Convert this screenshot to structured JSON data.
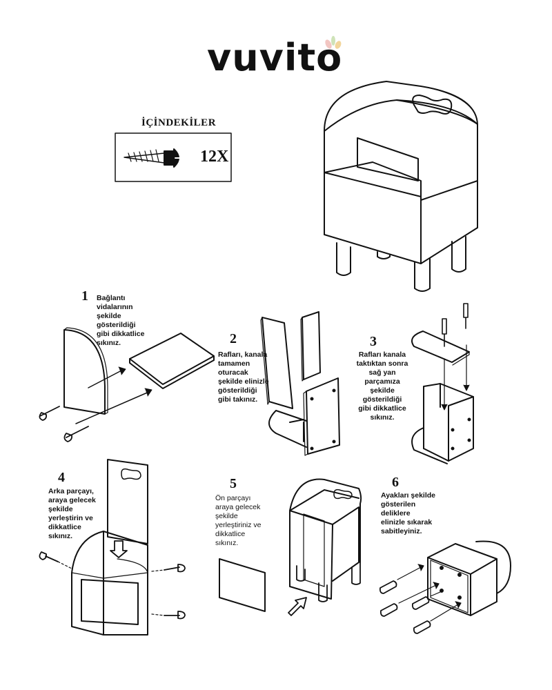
{
  "brand": {
    "name": "vuvito",
    "dot_colors": [
      "#f2c6c2",
      "#cfe3b8",
      "#f2d59b"
    ]
  },
  "contents": {
    "title": "İÇİNDEKİLER",
    "count": "12X",
    "item_icon": "screw-icon"
  },
  "steps": [
    {
      "number": "1",
      "text": "Bağlantı\nvidalarının\nşekilde\ngösterildiği\ngibi dikkatlice\nsıkınız."
    },
    {
      "number": "2",
      "text": "Rafları, kanala\ntamamen\noturacak\nşekilde elinizle\ngösterildiği\ngibi takınız."
    },
    {
      "number": "3",
      "text": "Rafları kanala\ntaktıktan sonra\nsağ yan\nparçamıza\nşekilde\ngösterildiği\ngibi dikkatlice\nsıkınız."
    },
    {
      "number": "4",
      "text": "Arka parçayı,\naraya gelecek\nşekilde\nyerleştirin ve\ndikkatlice\nsıkınız."
    },
    {
      "number": "5",
      "text": "Ön parçayı\naraya gelecek\nşekilde\nyerleştiriniz ve\ndikkatlice\nsıkınız."
    },
    {
      "number": "6",
      "text": "Ayakları şekilde\ngösterilen\ndeliklere\nelinizle sıkarak\nsabitleyiniz."
    }
  ]
}
